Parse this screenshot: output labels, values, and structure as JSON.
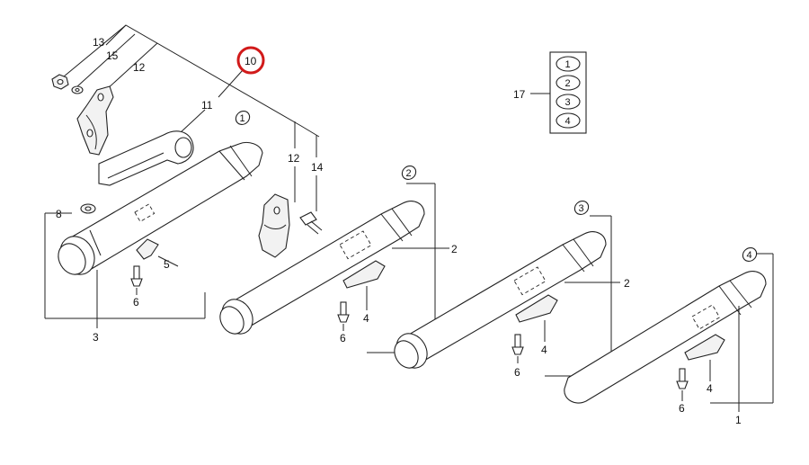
{
  "diagram": {
    "highlight_color": "#d11a1a",
    "callouts": {
      "c13": "13",
      "c15": "15",
      "c12a": "12",
      "c10": "10",
      "c11": "11",
      "c12b": "12",
      "c14": "14",
      "c8": "8",
      "c5": "5",
      "c6a": "6",
      "c3": "3",
      "c2a": "2",
      "c4a": "4",
      "c6b": "6",
      "c2b": "2",
      "c4b": "4",
      "c6c": "6",
      "c4c": "4",
      "c6d": "6",
      "c1": "1",
      "c17": "17"
    },
    "ovals": {
      "o1": "1",
      "o2": "2",
      "o3": "3",
      "o4": "4"
    },
    "legend_box": [
      "1",
      "2",
      "3",
      "4"
    ]
  }
}
